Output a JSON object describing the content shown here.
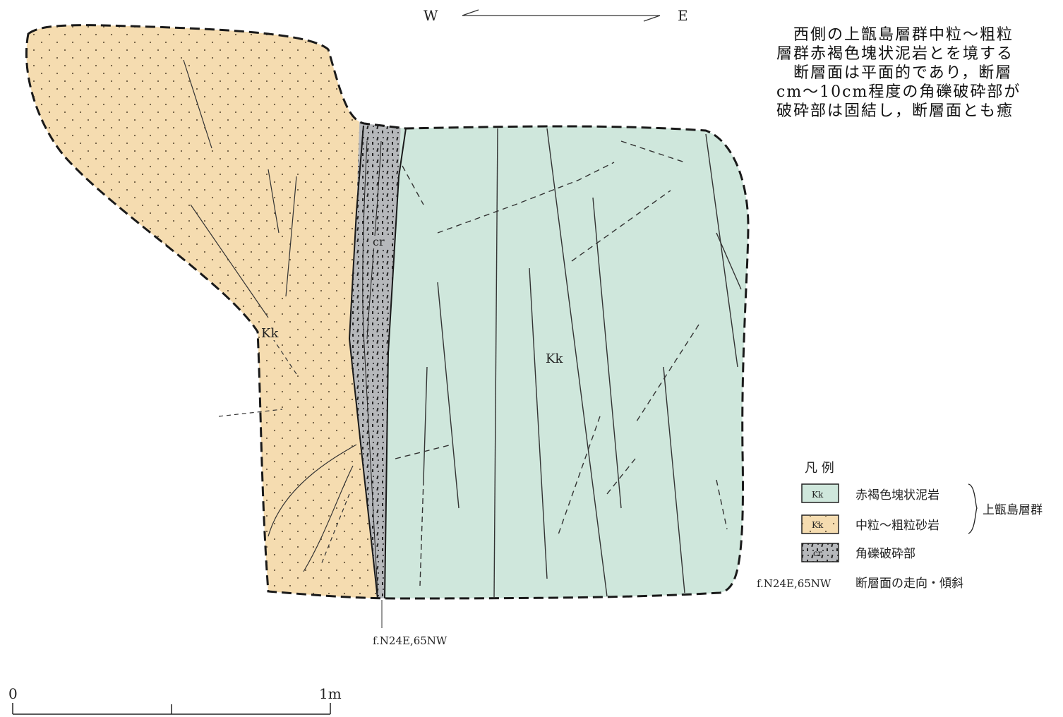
{
  "direction": {
    "west": "W",
    "east": "E"
  },
  "description": {
    "lines": [
      "　西側の上甑島層群中粒～粗粒",
      "層群赤褐色塊状泥岩とを境する",
      "　断層面は平面的であり，断層",
      "cm～10cm程度の角礫破砕部が",
      "破砕部は固結し，断層面とも癒"
    ]
  },
  "units": {
    "sandstone_label": "Kk",
    "mudstone_label": "Kk",
    "breccia_label": "cr"
  },
  "fault_label": "f.N24E,65NW",
  "legend": {
    "title": "凡 例",
    "items": [
      {
        "symbol": "Kk",
        "text": "赤褐色塊状泥岩"
      },
      {
        "symbol": "Kk",
        "text": "中粒～粗粒砂岩"
      },
      {
        "symbol": "cr",
        "text": "角礫破砕部"
      }
    ],
    "group_label": "上甑島層群",
    "fault_symbol": "f.N24E,65NW",
    "fault_text": "断層面の走向・傾斜"
  },
  "scale": {
    "start": "0",
    "end": "1m"
  },
  "colors": {
    "sandstone": "#f5dcb0",
    "mudstone": "#cfe7dc",
    "breccia": "#b6b8bb",
    "outline": "#1a1a1a"
  }
}
